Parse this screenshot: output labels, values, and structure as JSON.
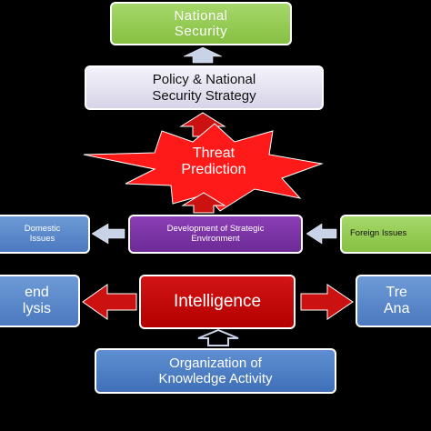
{
  "nodes": {
    "national_security": "National\nSecurity",
    "policy": "Policy & National\nSecurity Strategy",
    "threat_prediction": "Threat\nPrediction",
    "development": "Development of Strategic\nEnvironment",
    "domestic": "Domestic\nIssues",
    "foreign": "Foreign Issues",
    "intelligence": "Intelligence",
    "trend_left": "end\nlysis",
    "trend_right": "Tre\nAna",
    "knowledge": "Organization of\nKnowledge Activity"
  },
  "colors": {
    "background": "#000000",
    "green": "#8bc34a",
    "lavender": "#e6e3f1",
    "red_burst": "#ff1a1a",
    "purple": "#7030a0",
    "blue": "#4f81bd",
    "red_box": "#c00000",
    "light_arrow": "#c9d3e8"
  }
}
